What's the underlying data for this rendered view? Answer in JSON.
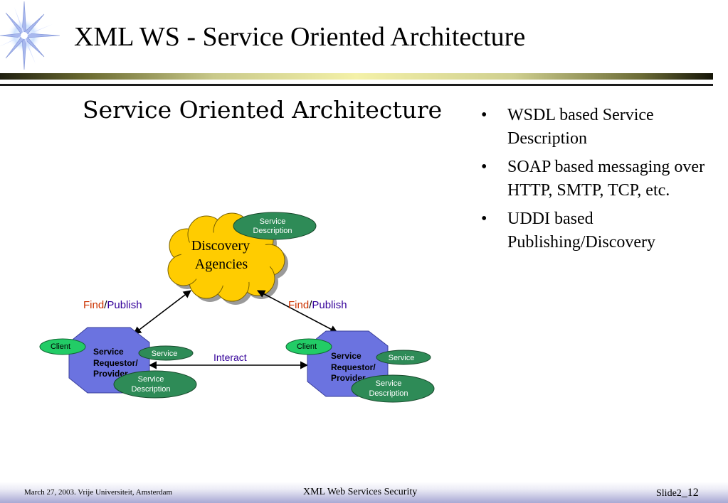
{
  "slide": {
    "title": "XML WS - Service Oriented Architecture"
  },
  "diagram": {
    "heading": "Service Oriented Architecture",
    "cloud": {
      "line1": "Discovery",
      "line2": "Agencies",
      "badge_line1": "Service",
      "badge_line2": "Description"
    },
    "left_link": {
      "find": "Find",
      "slash": "/",
      "publish": "Publish"
    },
    "right_link": {
      "find": "Find",
      "slash": "/",
      "publish": "Publish"
    },
    "interact_label": "Interact",
    "left_node": {
      "client": "Client",
      "line1": "Service",
      "line2": "Requestor/",
      "line3": "Provider",
      "service": "Service",
      "desc1": "Service",
      "desc2": "Description"
    },
    "right_node": {
      "client": "Client",
      "line1": "Service",
      "line2": "Requestor/",
      "line3": "Provider",
      "service": "Service",
      "desc1": "Service",
      "desc2": "Description"
    },
    "colors": {
      "cloud": "#ffcc00",
      "octagon": "#6b73e0",
      "client": "#22cc66",
      "service": "#2e8b57",
      "find": "#cc3300",
      "publish": "#330099"
    }
  },
  "bullets": [
    {
      "marker": "•",
      "text": "WSDL based Service Description"
    },
    {
      "marker": "•",
      "text": "SOAP based messaging over HTTP, SMTP, TCP, etc."
    },
    {
      "marker": "•",
      "text": "UDDI based Publishing/Discovery"
    }
  ],
  "footer": {
    "date": "March 27, 2003. Vrije Universiteit, Amsterdam",
    "center": "XML Web Services Security",
    "slide_prefix": "Slide2",
    "slide_suffix": "_12"
  },
  "logo_icon": "starburst-icon"
}
